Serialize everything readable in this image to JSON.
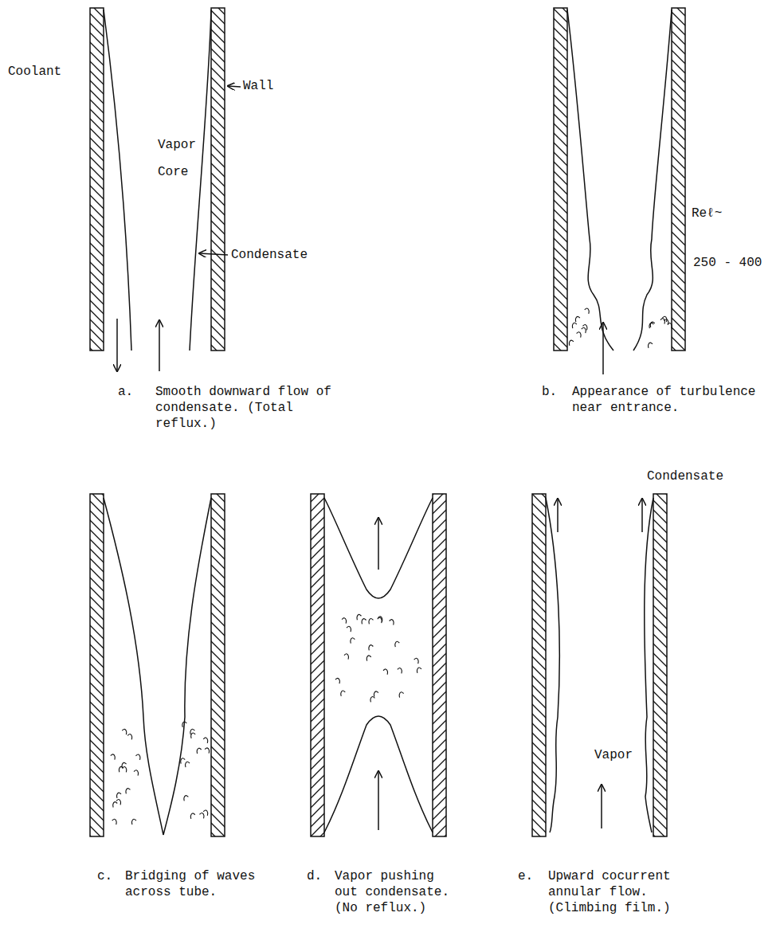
{
  "diagram": {
    "labels": [
      "Coolant",
      "Wall",
      "Vapor Core",
      "Condensate",
      "Reℓ~",
      "250 - 400",
      "a.",
      "Smooth downward flow of condensate. (Total reflux.)",
      "b.",
      "Appearance of turbulence near entrance.",
      "c.",
      "Bridging of waves across tube.",
      "d.",
      "Vapor pushing out condensate. (No reflux.)",
      "e.",
      "Upward cocurrent annular flow. (Climbing film.)",
      "Condensate",
      "Vapor"
    ]
  }
}
